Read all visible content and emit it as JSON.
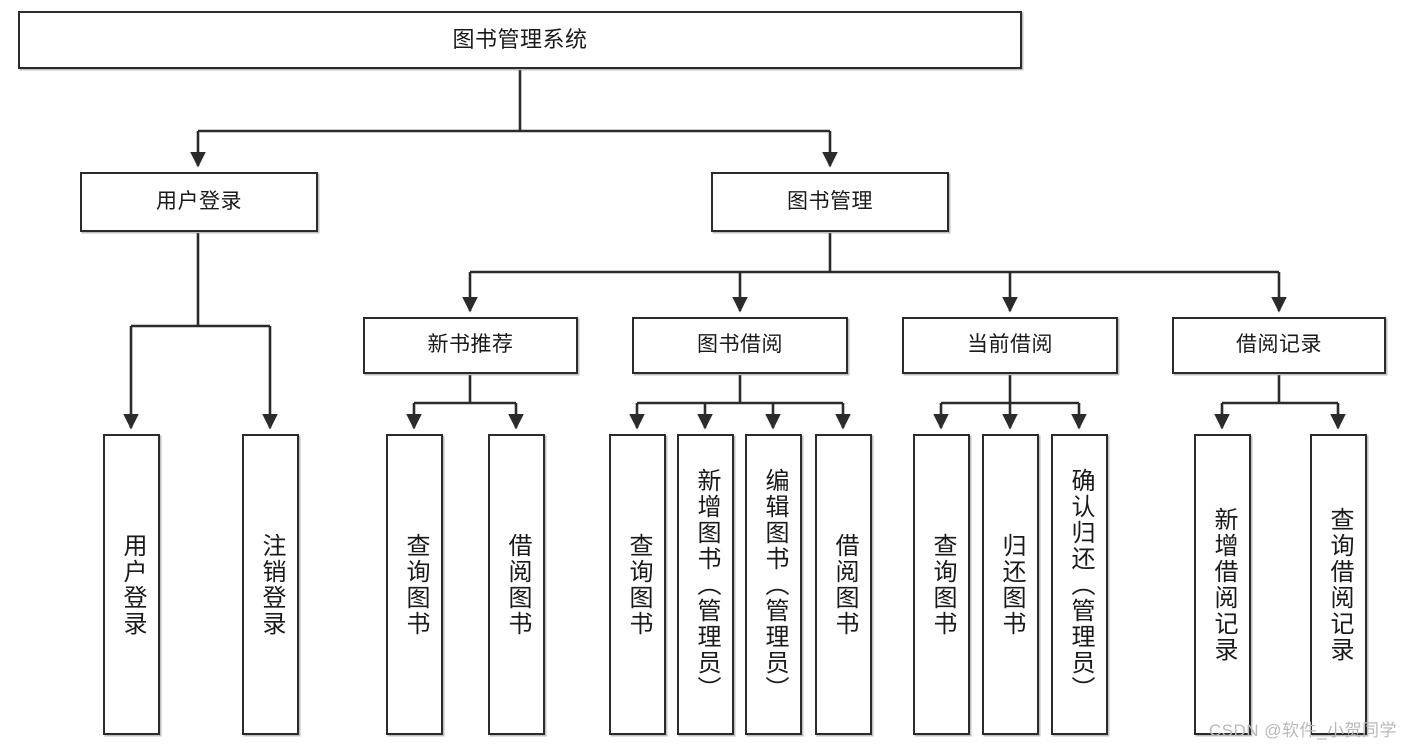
{
  "diagram": {
    "title": "图书管理系统",
    "type": "tree-hierarchy",
    "stroke_color": "#2b2b2b",
    "fill_color": "#ffffff",
    "background_color": "#ffffff",
    "watermark": "CSDN @软件_小贺同学"
  },
  "nodes": {
    "root": {
      "label": "图书管理系统"
    },
    "level2": [
      {
        "id": "user-login",
        "label": "用户登录"
      },
      {
        "id": "book-manage",
        "label": "图书管理"
      }
    ],
    "level3": [
      {
        "id": "new-book-recommend",
        "label": "新书推荐"
      },
      {
        "id": "book-borrow",
        "label": "图书借阅"
      },
      {
        "id": "current-borrow",
        "label": "当前借阅"
      },
      {
        "id": "borrow-record",
        "label": "借阅记录"
      }
    ],
    "leaves": {
      "user_login": [
        {
          "id": "leaf-user-login",
          "label": "用户登录"
        },
        {
          "id": "leaf-user-logout",
          "label": "注销登录"
        }
      ],
      "new_book_recommend": [
        {
          "id": "leaf-query-book-1",
          "label": "查询图书"
        },
        {
          "id": "leaf-borrow-book-1",
          "label": "借阅图书"
        }
      ],
      "book_borrow": [
        {
          "id": "leaf-query-book-2",
          "label": "查询图书"
        },
        {
          "id": "leaf-add-book",
          "label": "新增图书（管理员）"
        },
        {
          "id": "leaf-edit-book",
          "label": "编辑图书（管理员）"
        },
        {
          "id": "leaf-borrow-book-2",
          "label": "借阅图书"
        }
      ],
      "current_borrow": [
        {
          "id": "leaf-query-book-3",
          "label": "查询图书"
        },
        {
          "id": "leaf-return-book",
          "label": "归还图书"
        },
        {
          "id": "leaf-confirm-return",
          "label": "确认归还（管理员）"
        }
      ],
      "borrow_record": [
        {
          "id": "leaf-add-record",
          "label": "新增借阅记录"
        },
        {
          "id": "leaf-query-record",
          "label": "查询借阅记录"
        }
      ]
    }
  }
}
